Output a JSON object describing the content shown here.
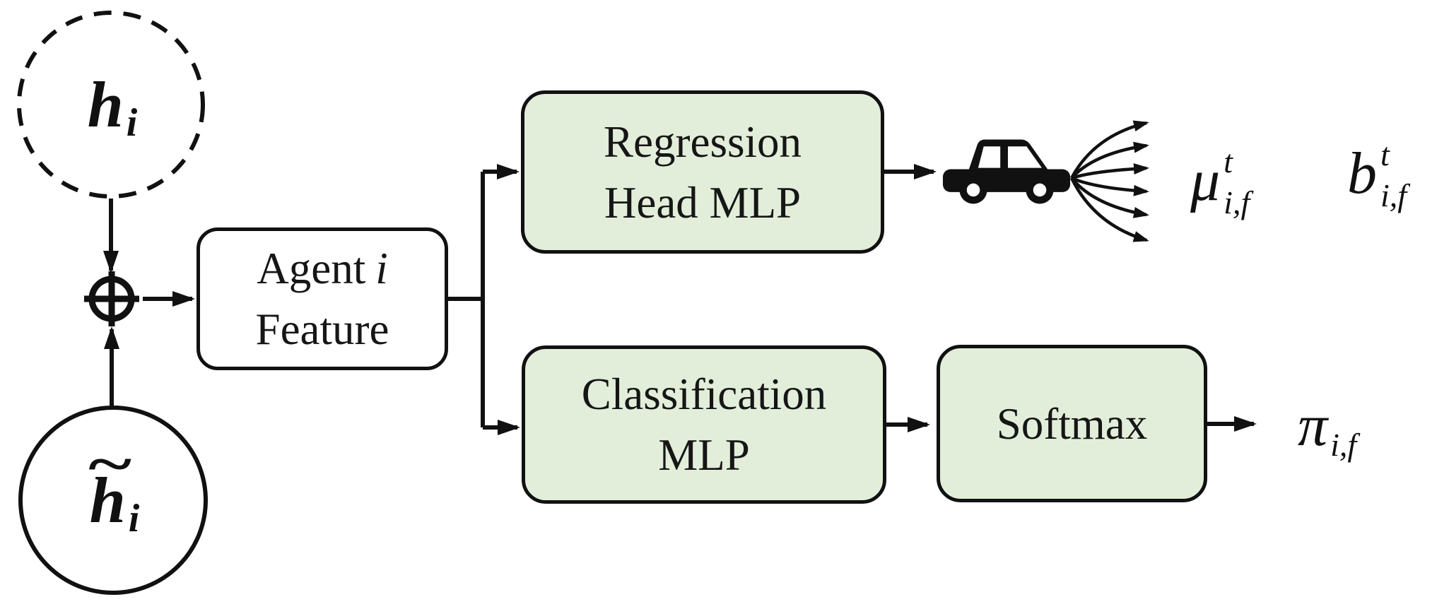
{
  "nodes": {
    "h": {
      "base": "h",
      "sub": "i"
    },
    "h_tilde": {
      "base": "h",
      "tilde": "~",
      "sub": "i"
    },
    "agent_feature": {
      "word1": "Agent",
      "var": "i",
      "line2": "Feature"
    },
    "regression": {
      "line1": "Regression",
      "line2": "Head MLP"
    },
    "classification": {
      "line1": "Classification",
      "line2": "MLP"
    },
    "softmax": {
      "label": "Softmax"
    }
  },
  "outputs": {
    "mu": {
      "base": "μ",
      "sup": "t",
      "sub": "i,f"
    },
    "b": {
      "base": "b",
      "sup": "t",
      "sub": "i,f"
    },
    "pi": {
      "base": "π",
      "sub": "i,f"
    }
  },
  "icons": {
    "plus_node": "circled-plus-icon",
    "car": "car-icon",
    "fan": "trajectory-fan-arrows"
  },
  "colors": {
    "box_fill_green": "#e2eeda",
    "box_fill_white": "#ffffff",
    "stroke": "#111111"
  }
}
